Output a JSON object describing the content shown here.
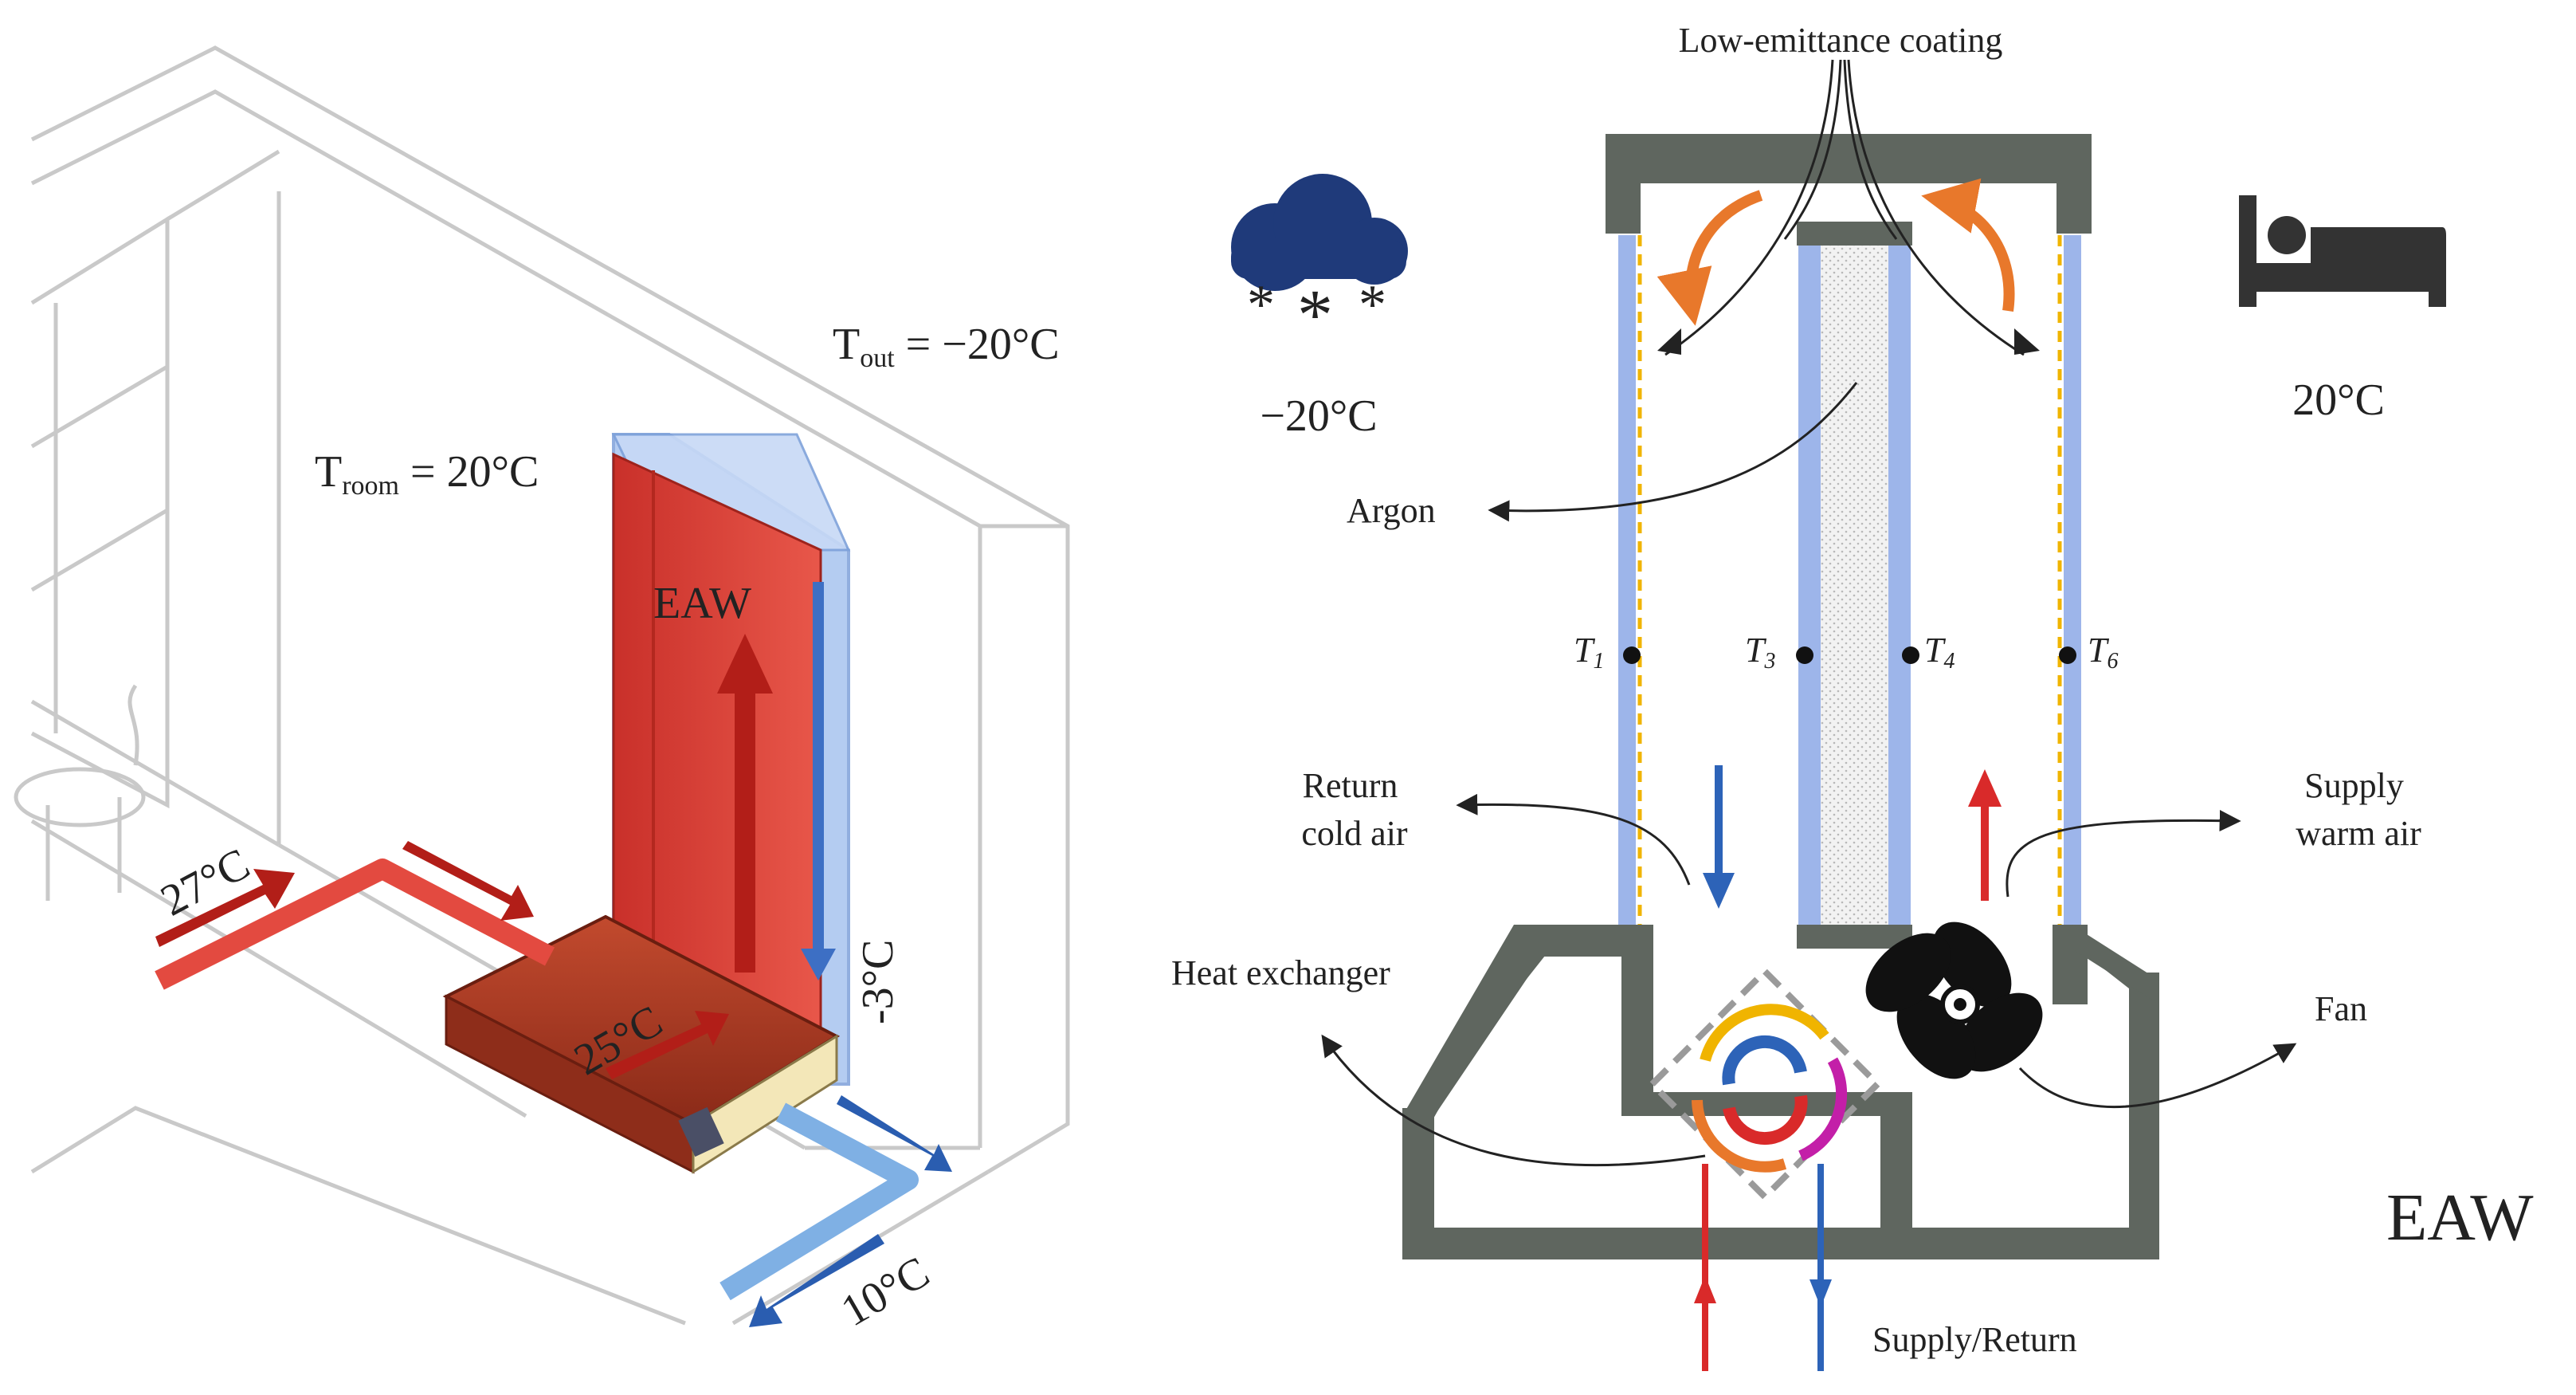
{
  "left_panel": {
    "t_out": {
      "symbol": "T",
      "sub": "out",
      "rest": " = −20°C"
    },
    "t_room": {
      "symbol": "T",
      "sub": "room",
      "rest": " = 20°C"
    },
    "eaw_label": "EAW",
    "temp_27": "27°C",
    "temp_25": "25°C",
    "temp_minus3": "-3°C",
    "temp_10": "10°C"
  },
  "right_panel": {
    "coating_label": "Low-emittance coating",
    "outdoor_temp": "−20°C",
    "indoor_temp": "20°C",
    "argon_label": "Argon",
    "sensors": [
      {
        "label": "T",
        "sub": "1"
      },
      {
        "label": "T",
        "sub": "3"
      },
      {
        "label": "T",
        "sub": "4"
      },
      {
        "label": "T",
        "sub": "6"
      }
    ],
    "return_cold_air": [
      "Return",
      "cold air"
    ],
    "supply_warm_air": [
      "Supply",
      "warm air"
    ],
    "heat_exchanger_label": "Heat exchanger",
    "fan_label": "Fan",
    "eaw_label": "EAW",
    "supply_return_label": "Supply/Return"
  },
  "colors": {
    "frame": "#5f665f",
    "glass": "#9db5ea",
    "hot_red": "#d92a2a",
    "cold_blue": "#2d63b8",
    "orange_arrow": "#e8782b",
    "snow_cloud": "#1f3a7a",
    "coating_yellow": "#f0b400"
  }
}
